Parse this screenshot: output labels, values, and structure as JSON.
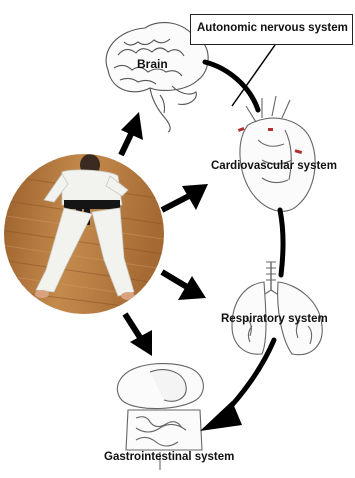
{
  "labels": {
    "autonomic": "Autonomic nervous system",
    "brain": "Brain",
    "cardiovascular": "Cardiovascular system",
    "respiratory": "Respiratory system",
    "gastrointestinal": "Gastrointestinal system"
  },
  "icons": {
    "photo": "person-lying-on-floor-in-martial-arts-uniform",
    "brain": "brain-icon",
    "heart": "heart-icon",
    "lungs": "lungs-icon",
    "digestive": "digestive-tract-icon"
  },
  "colors": {
    "arrow": "#000000",
    "outline": "#666666",
    "wood": "#b5793f",
    "uniform": "#f2f2ef",
    "heart_accent": "#b03030",
    "label": "#111111"
  }
}
